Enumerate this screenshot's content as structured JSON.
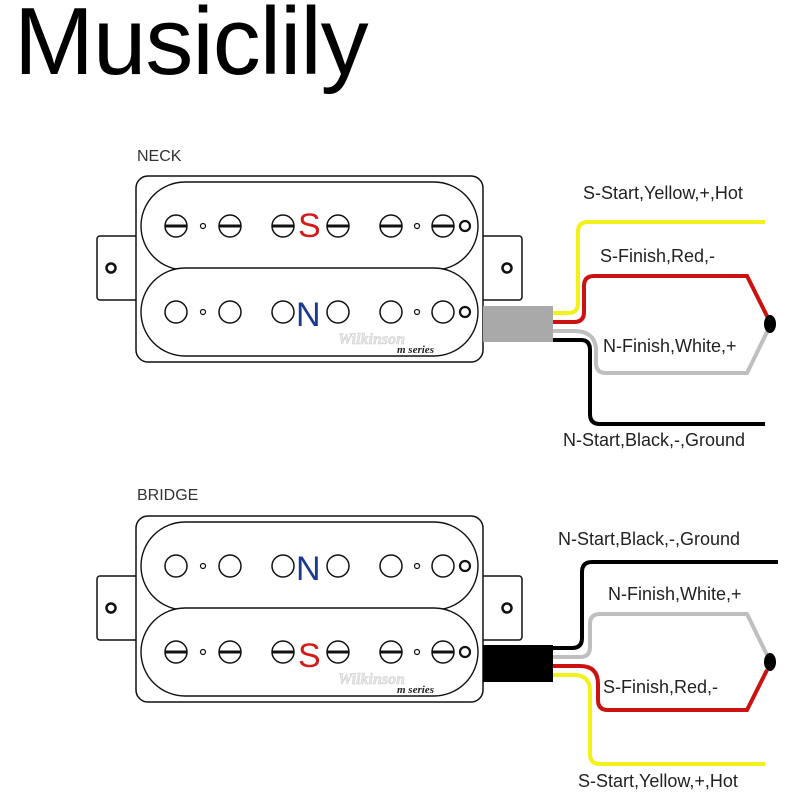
{
  "brand": "Musiclily",
  "colors": {
    "yellow": "#f2f21a",
    "red": "#cc1111",
    "white_wire": "#bfbfbf",
    "black": "#000000",
    "s_letter": "#d21c1c",
    "n_letter": "#1a3a8f",
    "gray_cable": "#a9a9a9",
    "black_cable": "#000000"
  },
  "neck": {
    "label": "NECK",
    "top_coil_letter": "S",
    "bottom_coil_letter": "N",
    "top_coil_poles": "slotted",
    "bottom_coil_poles": "round",
    "cable_color": "gray",
    "wires": [
      {
        "name": "S-Start",
        "color": "Yellow",
        "label": "S-Start,Yellow,+,Hot"
      },
      {
        "name": "S-Finish",
        "color": "Red",
        "label": "S-Finish,Red,-"
      },
      {
        "name": "N-Finish",
        "color": "White",
        "label": "N-Finish,White,+"
      },
      {
        "name": "N-Start",
        "color": "Black",
        "label": "N-Start,Black,-,Ground"
      }
    ]
  },
  "bridge": {
    "label": "BRIDGE",
    "top_coil_letter": "N",
    "bottom_coil_letter": "S",
    "top_coil_poles": "round",
    "bottom_coil_poles": "slotted",
    "cable_color": "black",
    "wires": [
      {
        "name": "N-Start",
        "color": "Black",
        "label": "N-Start,Black,-,Ground"
      },
      {
        "name": "N-Finish",
        "color": "White",
        "label": "N-Finish,White,+"
      },
      {
        "name": "S-Finish",
        "color": "Red",
        "label": "S-Finish,Red,-"
      },
      {
        "name": "S-Start",
        "color": "Yellow",
        "label": "S-Start,Yellow,+,Hot"
      }
    ]
  },
  "logo": {
    "mark": "Wilkinson",
    "series": "m series"
  }
}
